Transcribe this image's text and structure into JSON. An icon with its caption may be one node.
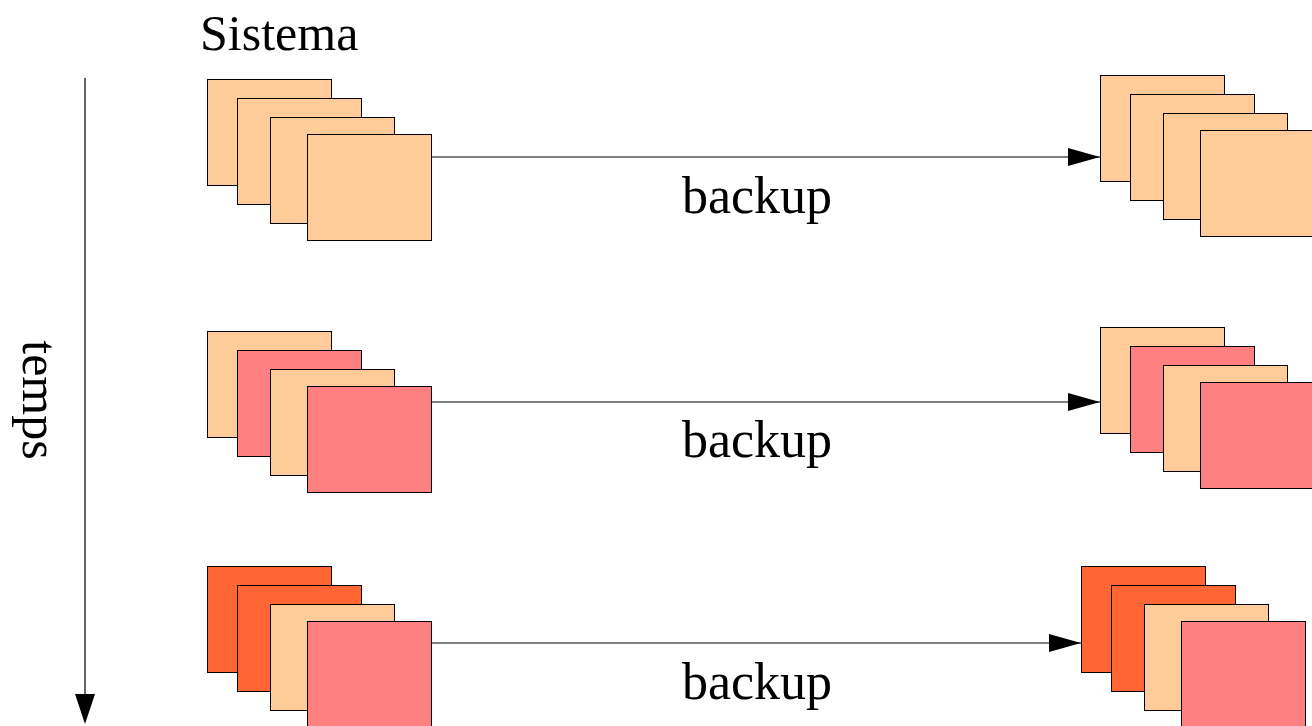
{
  "diagram": {
    "nodes": [
      {
        "text": [],
        "shape": "stack"
      },
      {
        "text": [],
        "shape": "stack"
      },
      {
        "text": [],
        "shape": "stack"
      },
      {
        "text": [],
        "shape": "stack"
      },
      {
        "text": [],
        "shape": "stack"
      },
      {
        "text": [],
        "shape": "stack"
      }
    ],
    "edges": [
      {
        "from": 0,
        "to": 1,
        "arrow": "to",
        "label": "backup"
      },
      {
        "from": 2,
        "to": 3,
        "arrow": "to",
        "label": "backup"
      },
      {
        "from": 4,
        "to": 5,
        "arrow": "to",
        "label": "backup"
      }
    ],
    "labels": [
      "Sistema",
      "temps"
    ]
  }
}
